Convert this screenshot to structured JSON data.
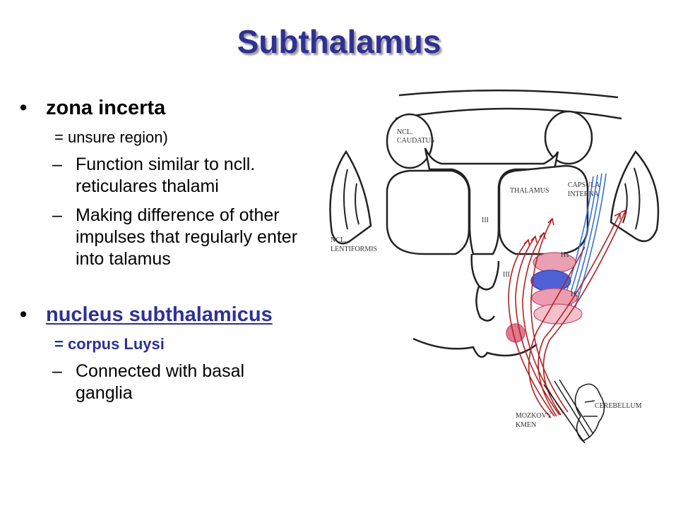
{
  "title": "Subthalamus",
  "bullets": {
    "zona": {
      "heading": "zona incerta",
      "definition": "= unsure region)",
      "points": [
        "Function similar to ncll. reticulares thalami",
        "Making difference of other impulses that regularly enter into talamus"
      ]
    },
    "nucleus": {
      "heading": "nucleus subthalamicus",
      "definition": "= corpus Luysi",
      "points": [
        "Connected with basal ganglia"
      ]
    }
  },
  "diagram_labels": {
    "caudatus": [
      "NCL.",
      "CAUDATUS"
    ],
    "thalamus": "THALAMUS",
    "capsula": [
      "CAPSULA",
      "INTERNA"
    ],
    "ventricle": "III",
    "ventricle_low": "III",
    "lentiformis": [
      "NCL.",
      "LENTIFORMIS"
    ],
    "h1": "H1",
    "h2": "H2",
    "cerebellum": "CEREBELLUM",
    "brainstem": [
      "MOZKOVÝ",
      "KMEN"
    ]
  },
  "colors": {
    "title": "#2e3192",
    "link": "#2e3192",
    "fiber_red": "#b22020",
    "fiber_blue": "#3a6fd8",
    "nucleus_blue": "#3f4fc8",
    "nucleus_red": "#d8708a"
  }
}
